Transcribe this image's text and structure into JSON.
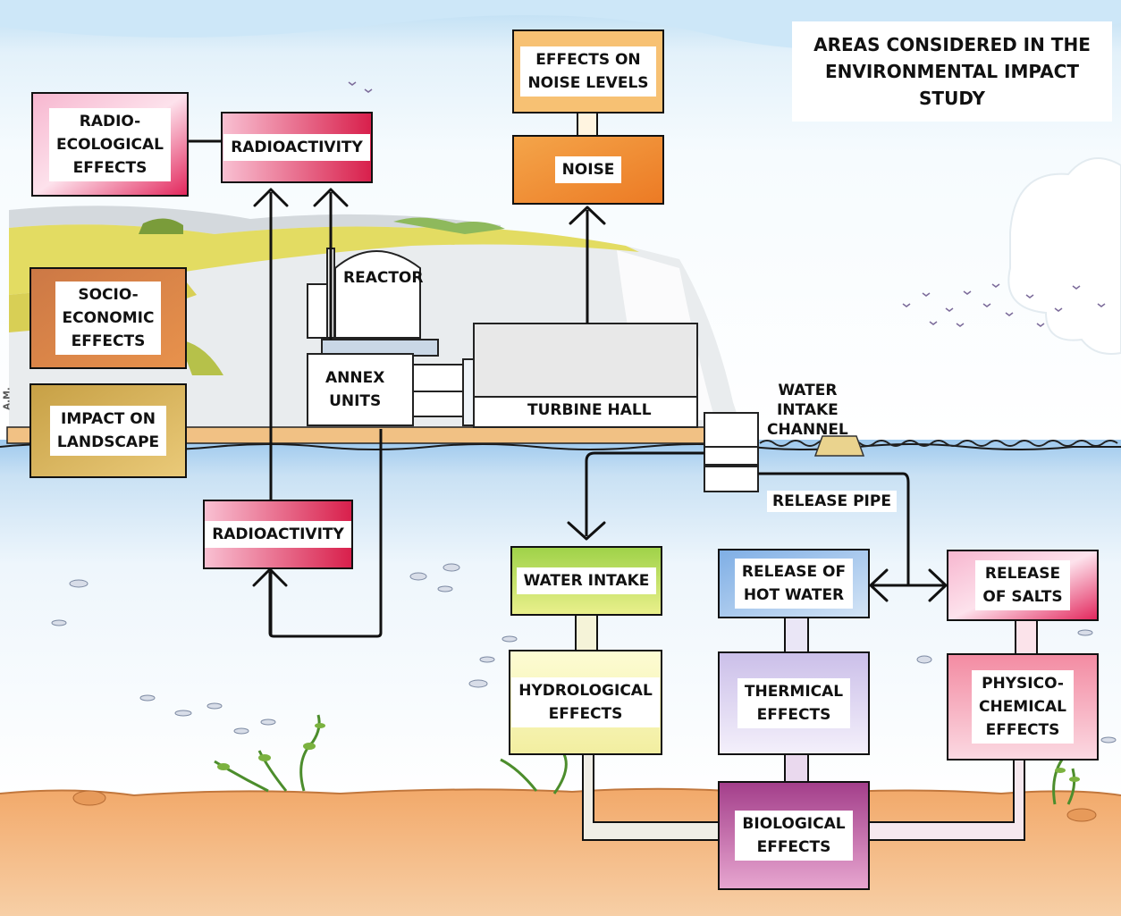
{
  "title": "AREAS CONSIDERED IN THE\nENVIRONMENTAL IMPACT\nSTUDY",
  "signature": "A.M.",
  "boxes": {
    "radio_ecological": "RADIO-\nECOLOGICAL\nEFFECTS",
    "radioactivity_air": "RADIOACTIVITY",
    "noise_levels": "EFFECTS ON\nNOISE LEVELS",
    "noise": "NOISE",
    "socio_economic": "SOCIO-\nECONOMIC\nEFFECTS",
    "landscape": "IMPACT ON\nLANDSCAPE",
    "radioactivity_water": "RADIOACTIVITY",
    "water_intake": "WATER INTAKE",
    "hot_water": "RELEASE OF\nHOT WATER",
    "salts": "RELEASE\nOF SALTS",
    "hydrological": "HYDROLOGICAL\nEFFECTS",
    "thermical": "THERMICAL\nEFFECTS",
    "physico_chemical": "PHYSICO-\nCHEMICAL\nEFFECTS",
    "biological": "BIOLOGICAL\nEFFECTS"
  },
  "labels": {
    "reactor": "REACTOR",
    "annex": "ANNEX\nUNITS",
    "turbine": "TURBINE HALL",
    "intake_channel": "WATER\nINTAKE\nCHANNEL",
    "release_pipe": "RELEASE PIPE"
  }
}
